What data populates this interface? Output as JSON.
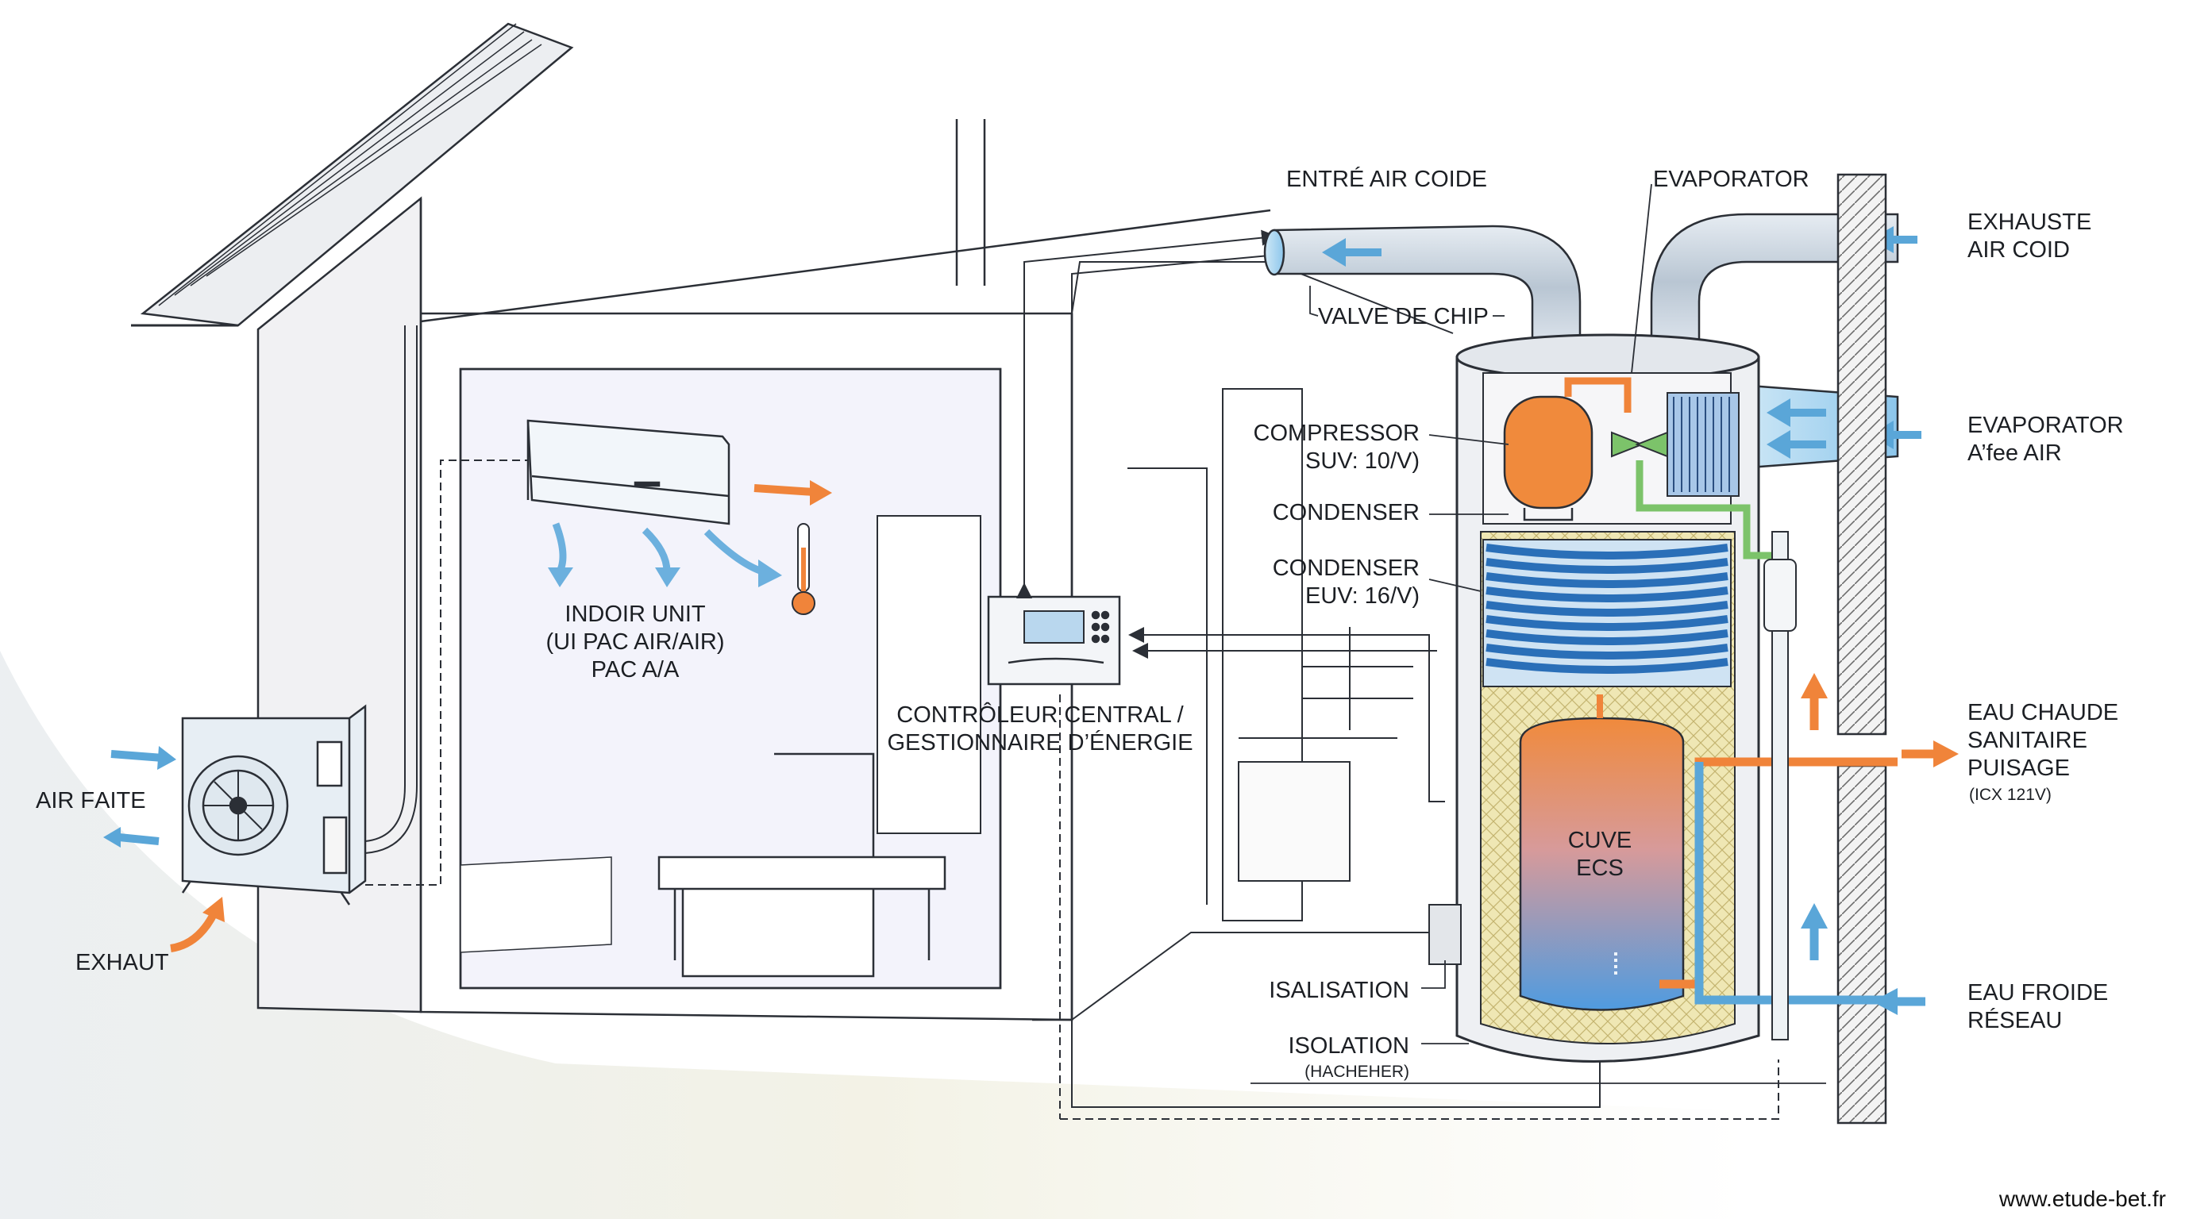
{
  "labels": {
    "entre_air": "ENTRÉ AIR COIDE",
    "valve": "VALVE DE CHIP",
    "evaporator_top": "EVAPORATOR",
    "exhaust_air_1": "EXHAUSTE",
    "exhaust_air_2": "AIR COID",
    "evap_air_1": "EVAPORATOR",
    "evap_air_2": "A’fee AIR",
    "compressor_1": "COMPRESSOR",
    "compressor_2": "SUV: 10/V)",
    "condenser_1": "CONDENSER",
    "condenser_2": "CONDENSER",
    "condenser_3": "EUV: 16/V)",
    "isalisation": "ISALISATION",
    "isolation": "ISOLATION",
    "hacheher": "(HACHEHER)",
    "cuve_1": "CUVE",
    "cuve_2": "ECS",
    "eau_chaude_1": "EAU CHAUDE",
    "eau_chaude_2": "SANITAIRE",
    "eau_chaude_3": "PUISAGE",
    "eau_chaude_4": "(ICX 121V)",
    "eau_froide_1": "EAU FROIDE",
    "eau_froide_2": "RÉSEAU",
    "controleur_1": "CONTRÔLEUR CENTRAL /",
    "controleur_2": "GESTIONNAIRE D’ÉNERGIE",
    "indoor_1": "INDOIR UNIT",
    "indoor_2": "(UI PAC AIR/AIR)",
    "indoor_3": "PAC A/A",
    "air_faite": "AIR FАITE",
    "exhaut": "EXHAUT"
  },
  "watermark": "www.etude-bet.fr",
  "colors": {
    "line": "#2b2f36",
    "cold_blue": "#5aa6d8",
    "hot_orange": "#f0843a",
    "insulation": "#e9dfa8",
    "refrigerant_green": "#7cc36a",
    "duct_grey": "#c9d3de"
  }
}
